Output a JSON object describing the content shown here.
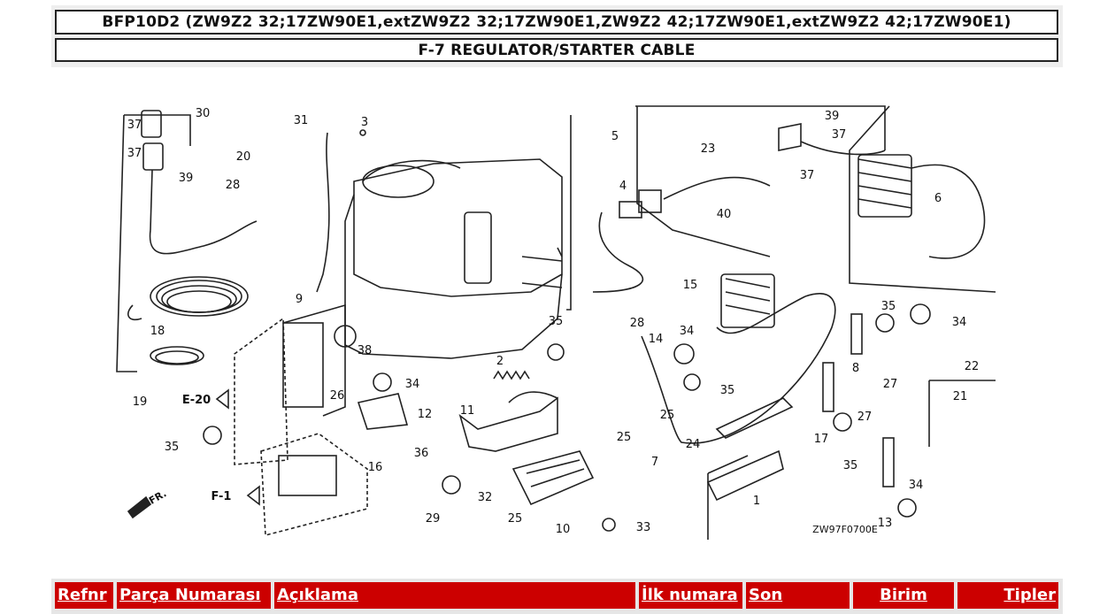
{
  "header": {
    "model_title": "BFP10D2 (ZW9Z2 32;17ZW90E1,extZW9Z2 32;17ZW90E1,ZW9Z2 42;17ZW90E1,extZW9Z2 42;17ZW90E1)",
    "section_title": "F-7 REGULATOR/STARTER CABLE"
  },
  "diagram": {
    "code": "ZW97F0700E",
    "refs": [
      "E-20",
      "F-1",
      "FR."
    ],
    "callouts": [
      "1",
      "2",
      "3",
      "4",
      "5",
      "6",
      "7",
      "8",
      "9",
      "10",
      "11",
      "12",
      "13",
      "14",
      "15",
      "16",
      "17",
      "18",
      "19",
      "20",
      "21",
      "22",
      "23",
      "24",
      "25",
      "26",
      "27",
      "28",
      "29",
      "30",
      "31",
      "32",
      "33",
      "34",
      "35",
      "36",
      "37",
      "38",
      "39",
      "40"
    ]
  },
  "table": {
    "columns": [
      "Refnr",
      "Parça Numarası",
      "Açıklama",
      "İlk numara",
      "Son",
      "Birim",
      "Tipler"
    ]
  }
}
